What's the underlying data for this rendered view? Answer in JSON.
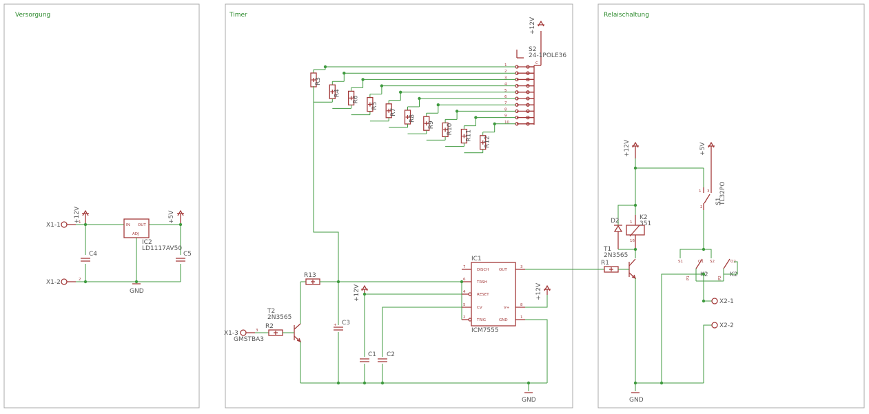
{
  "sections": {
    "supply": "Versorgung",
    "timer": "Timer",
    "relay": "Relaischaltung"
  },
  "labels": {
    "x1_1": "X1-1",
    "x1_2": "X1-2",
    "x1_3": "X1-3",
    "x2_1": "X2-1",
    "x2_2": "X2-2",
    "v12": "+12V",
    "v5": "+5V",
    "gnd": "GND",
    "one": "1",
    "two": "2",
    "three": "3",
    "ic2": "IC2",
    "ic2_value": "LD1117AV50",
    "ic2_in": "IN",
    "ic2_out": "OUT",
    "ic2_adj": "ADJ",
    "c4": "C4",
    "c5": "C5",
    "c3": "C3",
    "c1": "C1",
    "c2": "C2",
    "s2": "S2",
    "s2_value": "24-1POLE36",
    "s2_c": "C",
    "s1": "S1",
    "s1_value": "TL32PO",
    "r13": "R13",
    "r2": "R2",
    "r1": "R1",
    "t2": "T2",
    "t2_value": "2N3565",
    "t1": "T1",
    "t1_value": "2N3565",
    "conn_value": "GMSTBA3",
    "ic1": "IC1",
    "ic1_value": "ICM7555",
    "ic1_disch": "DISCH",
    "ic1_thr": "TRSH",
    "ic1_reset": "RESET",
    "ic1_cv": "CV",
    "ic1_trig": "TRIG",
    "ic1_out": "OUT",
    "ic1_vplus": "V+",
    "ic1_gnd": "GND",
    "ic1_p7": "7",
    "ic1_p6": "6",
    "ic1_p4": "4",
    "ic1_p5": "5",
    "ic1_p2": "2",
    "ic1_p3": "3",
    "ic1_p8": "8",
    "ic1_p1": "1",
    "d2": "D2",
    "k2": "K2",
    "k2_value": "351",
    "k2_p1": "1",
    "k2_p16": "16",
    "k2_s1": "S1",
    "k2_o1": "O1",
    "k2_s2": "S2",
    "k2_o2": "O2",
    "k2_p1_label": "P1",
    "k2_p2_label": "P2",
    "k1": "K2",
    "k2b": "K2",
    "resistors": [
      "R3",
      "R4",
      "R6",
      "R5",
      "R7",
      "R8",
      "R9",
      "R10",
      "R11",
      "R12"
    ],
    "switch_pins": [
      "1",
      "2",
      "3",
      "4",
      "5",
      "6",
      "7",
      "8",
      "9",
      "10"
    ]
  }
}
